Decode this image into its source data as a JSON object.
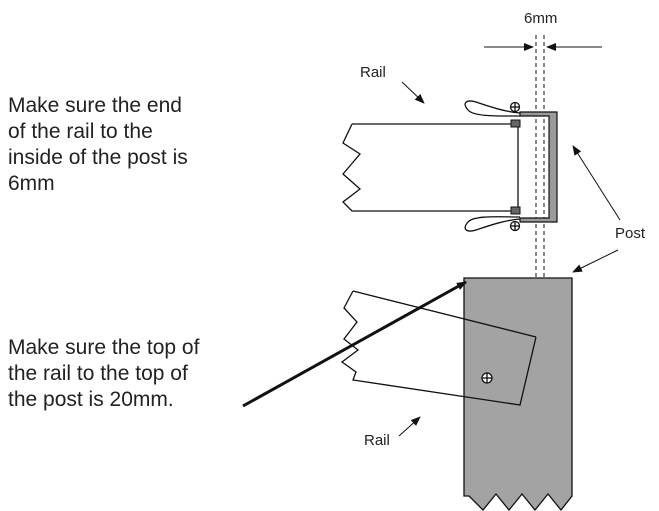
{
  "labels": {
    "dimension": "6mm",
    "rail_top": "Rail",
    "rail_bottom": "Rail",
    "post": "Post"
  },
  "instructions": {
    "first": [
      "Make sure the end",
      "of the rail to the",
      "inside of the post is",
      "6mm"
    ],
    "second": [
      "Make sure the top of",
      "the rail to the top of",
      "the post is 20mm."
    ]
  },
  "colors": {
    "post_fill": "#a3a3a3",
    "bracket_fill": "#9a9a9a",
    "line": "#111111",
    "text": "#222222"
  }
}
